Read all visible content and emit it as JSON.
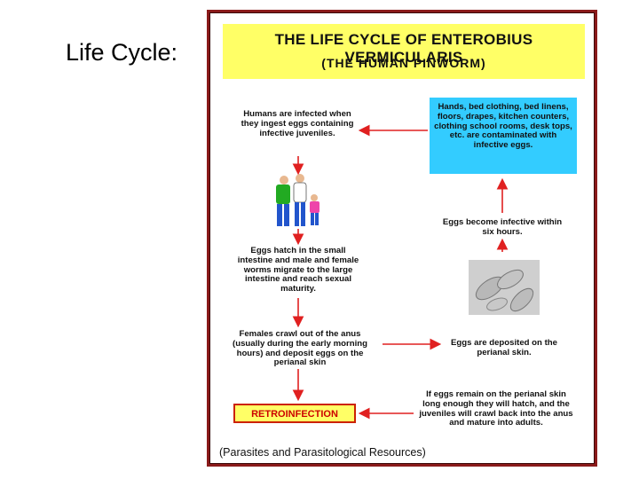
{
  "slide": {
    "title": "Life Cycle:"
  },
  "diagram": {
    "title_line1": "THE LIFE CYCLE OF ENTEROBIUS VERMICULARIS",
    "title_line2": "(THE HUMAN PINWORM)",
    "infection_text": "Humans are infected when they ingest eggs containing infective juveniles.",
    "contamination_text": "Hands, bed clothing, bed linens, floors, drapes, kitchen counters, clothing school rooms, desk tops, etc. are contaminated with infective eggs.",
    "infective_text": "Eggs become infective within six hours.",
    "hatch_text": "Eggs hatch in the small intestine and male and female worms migrate to the large intestine and reach sexual maturity.",
    "females_text": "Females crawl out of the anus (usually during the early morning hours) and deposit eggs on the perianal skin",
    "deposited_text": "Eggs are deposited on the perianal skin.",
    "retroinfection_label": "RETROINFECTION",
    "retro_text": "If eggs remain on the perianal skin long enough they will hatch, and the juveniles will crawl back into the anus and mature into adults.",
    "source": "(Parasites and Parasitological Resources)",
    "colors": {
      "frame": "#8a1a1a",
      "header": "#ffff66",
      "contam_box": "#33ccff",
      "arrows": "#e02020",
      "retro_text": "#cc0000"
    }
  }
}
